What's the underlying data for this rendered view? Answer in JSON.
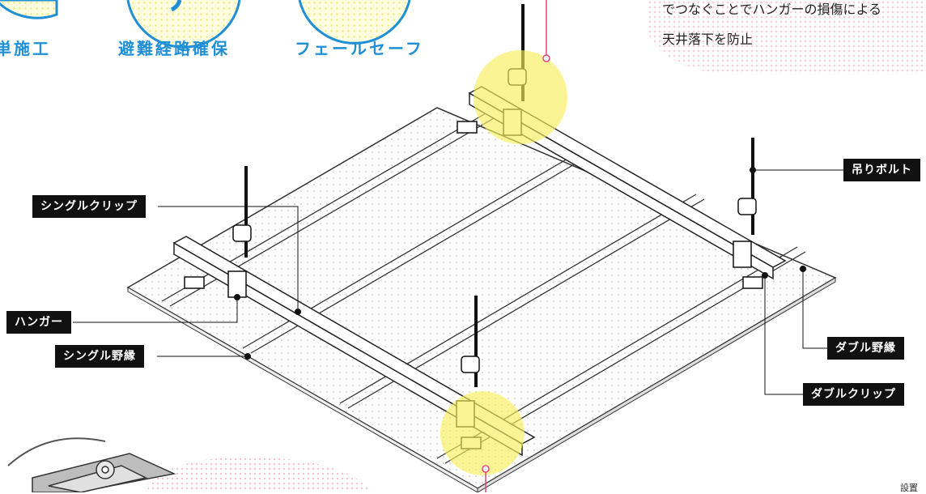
{
  "features": [
    {
      "label": "単施工"
    },
    {
      "label": "避難経路確保"
    },
    {
      "label": "フェールセーフ"
    }
  ],
  "note": {
    "lines": [
      "でつなぐことでハンガーの損傷による",
      "天井落下を防止"
    ]
  },
  "callouts": {
    "single_clip": "シングルクリップ",
    "hanger": "ハンガー",
    "single_nobuchi": "シングル野縁",
    "suspension_bolt": "吊りボルト",
    "double_nobuchi": "ダブル野縁",
    "double_clip": "ダブルクリップ"
  },
  "corner_text": "設置",
  "colors": {
    "accent_blue": "#1f8fd6",
    "highlight_yellow": "#f7ee5a",
    "pink_marker": "#e0457b",
    "callout_bg": "#111111"
  }
}
